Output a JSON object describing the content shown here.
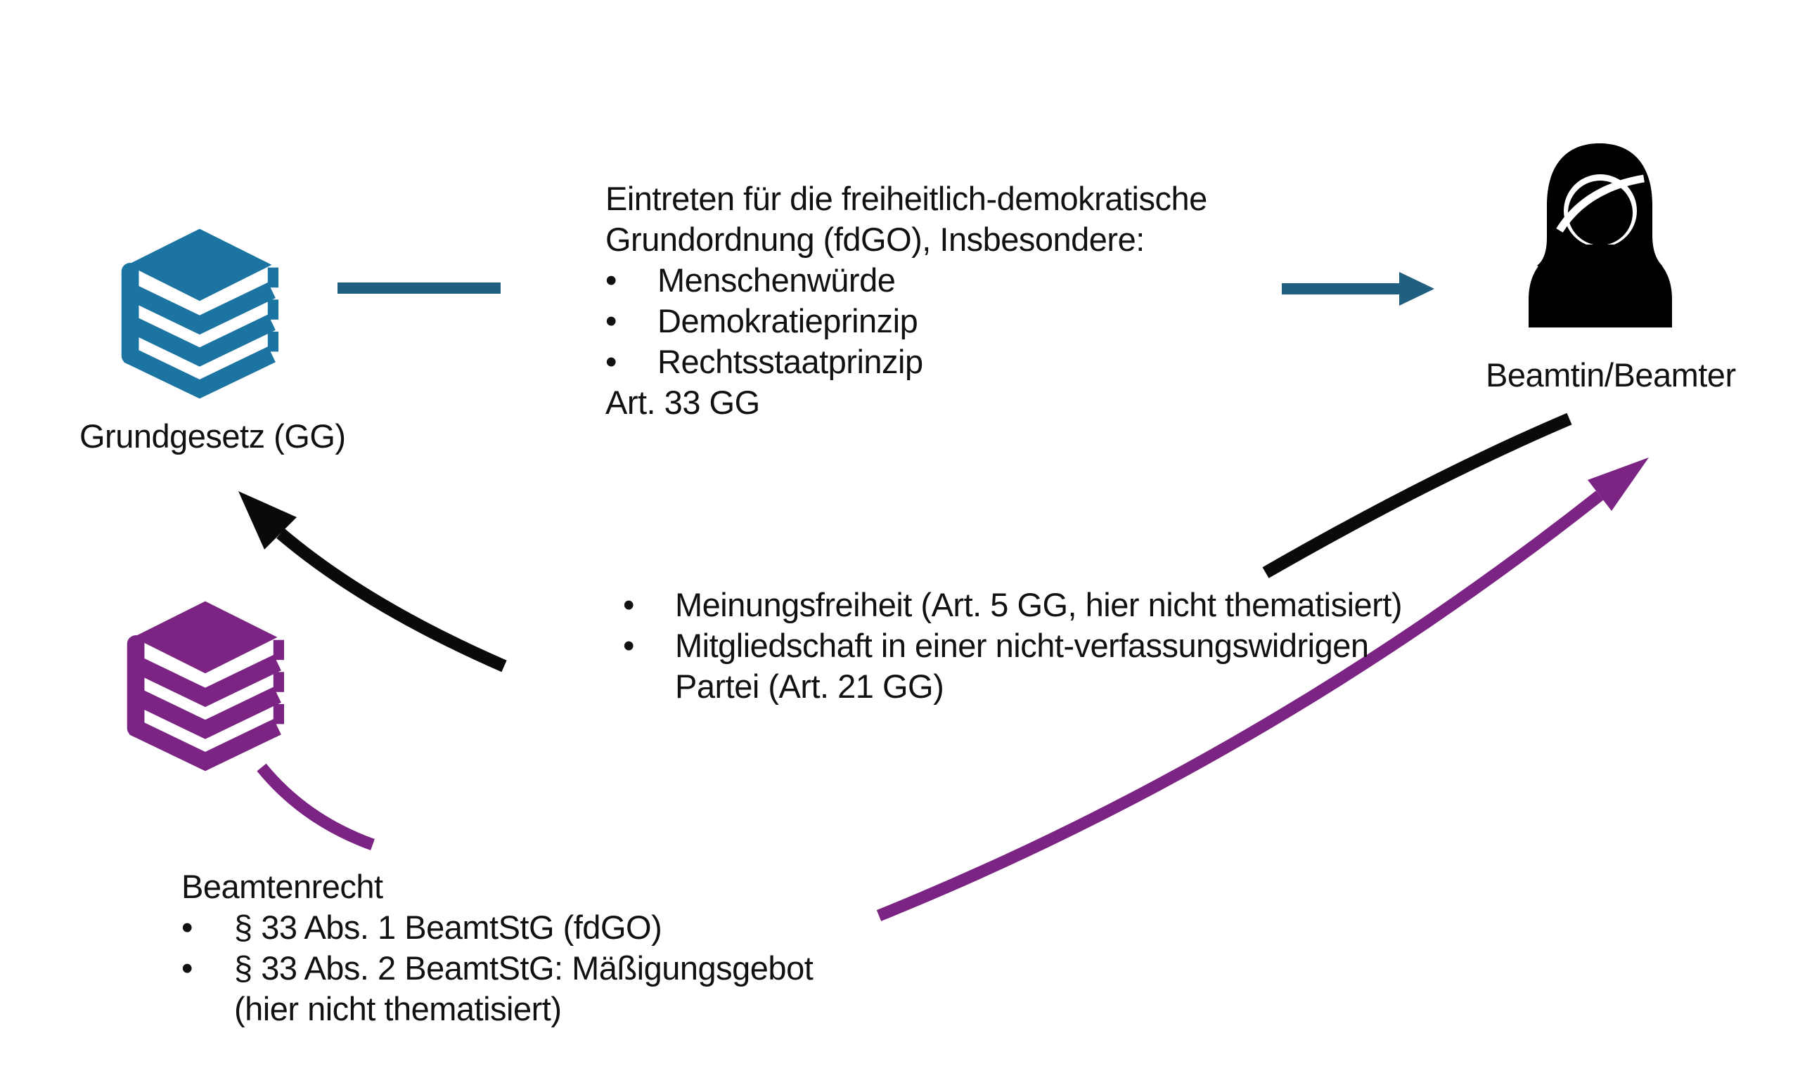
{
  "colors": {
    "teal_icon": "#1b74a1",
    "teal_line": "#205f80",
    "purple": "#7b2483",
    "black_arrow": "#0a0a0a",
    "text": "#111111"
  },
  "nodes": {
    "grundgesetz": {
      "label": "Grundgesetz (GG)",
      "icon": "books-stack"
    },
    "beamter": {
      "label": "Beamtin/Beamter",
      "icon": "person-female"
    },
    "beamtenrecht": {
      "icon": "books-stack"
    }
  },
  "fdgo_block": {
    "line1": "Eintreten für die freiheitlich-demokratische",
    "line2": "Grundordnung (fdGO), Insbesondere:",
    "bullet_char": "•",
    "bullet1": "Menschenwürde",
    "bullet2": "Demokratieprinzip",
    "bullet3": "Rechtsstaatprinzip",
    "footer": "Art. 33 GG"
  },
  "basic_rights_block": {
    "bullet_char": "•",
    "bullet1": "Meinungsfreiheit (Art. 5 GG, hier nicht thematisiert)",
    "bullet2_line1": "Mitgliedschaft in einer nicht-verfassungswidrigen",
    "bullet2_line2": "Partei (Art. 21 GG)"
  },
  "beamtenrecht_block": {
    "title": "Beamtenrecht",
    "bullet_char": "•",
    "bullet1": "§ 33 Abs. 1 BeamtStG (fdGO)",
    "bullet2_line1": "§ 33 Abs. 2 BeamtStG: Mäßigungsgebot",
    "bullet2_line2": "(hier nicht thematisiert)"
  }
}
